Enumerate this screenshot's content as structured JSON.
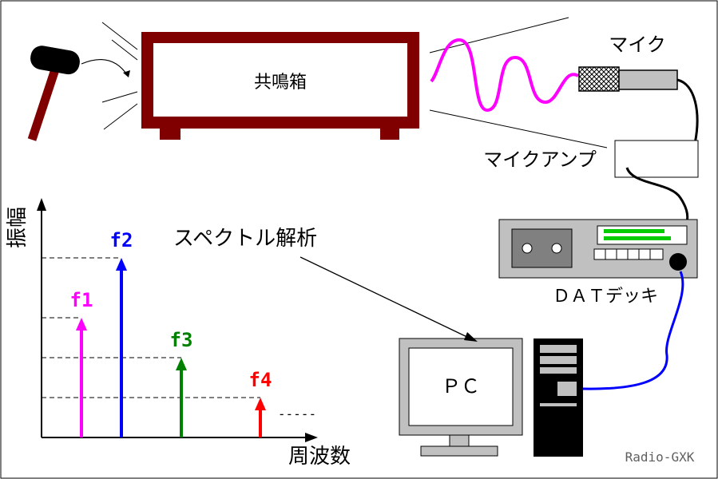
{
  "labels": {
    "resonance_box": "共鳴箱",
    "mic": "マイク",
    "mic_amp": "マイクアンプ",
    "dat_deck": "ＤＡＴデッキ",
    "pc": "ＰＣ",
    "spectrum_analysis": "スペクトル解析",
    "credit": "Radio-GXK"
  },
  "chart_data": {
    "type": "bar",
    "title": "",
    "xlabel": "周波数",
    "ylabel": "振幅",
    "categories": [
      "f1",
      "f2",
      "f3",
      "f4"
    ],
    "values": [
      3,
      4.5,
      2,
      1
    ],
    "colors": [
      "#ff00ff",
      "#0000ff",
      "#008000",
      "#ff0000"
    ],
    "grid": "dashed reference lines at each value",
    "continuation": "-----"
  },
  "colors": {
    "box": "#800000",
    "wave": "#ff00ff",
    "cable_blue": "#0000ff",
    "dat_bars": "#00cc00"
  }
}
